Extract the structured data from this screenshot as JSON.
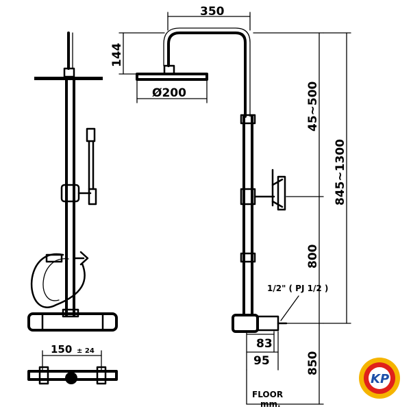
{
  "dimensions": {
    "arm_width": "350",
    "arm_height": "144",
    "head_diameter": "Ø200",
    "adjust_range": "45~500",
    "total_height": "845~1300",
    "valve_to_bracket": "800",
    "inlet_spacing": "150",
    "inlet_tolerance": "± 24",
    "valve_depth_1": "83",
    "valve_depth_2": "95",
    "floor_to_valve": "850"
  },
  "connection": {
    "size": "1/2\" ( PJ 1/2 )"
  },
  "labels": {
    "floor": "FLOOR",
    "unit": "mm."
  },
  "logo": {
    "text": "KP",
    "colors": {
      "outer": "#f5b400",
      "inner": "#e0201b",
      "text": "#1d4fa8"
    }
  }
}
